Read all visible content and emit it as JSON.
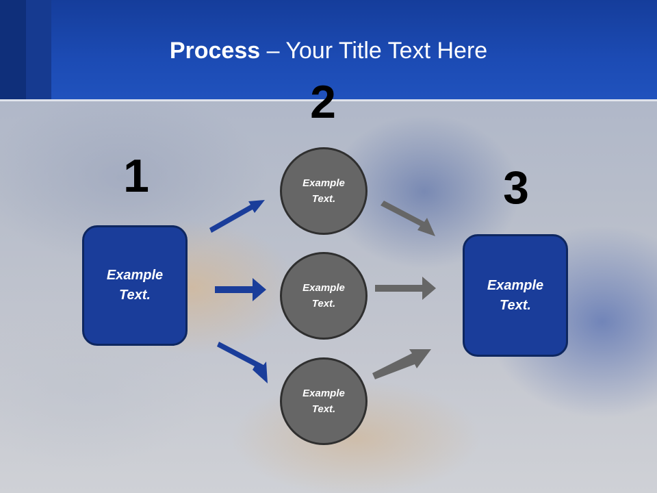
{
  "title": {
    "bold": "Process",
    "rest": " – Your Title Text Here"
  },
  "steps": [
    {
      "number": "1",
      "label": "Example\nText."
    },
    {
      "number": "2"
    },
    {
      "number": "3",
      "label": "Example\nText."
    }
  ],
  "circles": [
    {
      "label": "Example\nText."
    },
    {
      "label": "Example\nText."
    },
    {
      "label": "Example\nText."
    }
  ],
  "colors": {
    "header": "#1c4bb4",
    "box": "#1a3d9a",
    "circle": "#666666",
    "blue_arrow": "#1a3d9a",
    "gray_arrow": "#666666"
  }
}
